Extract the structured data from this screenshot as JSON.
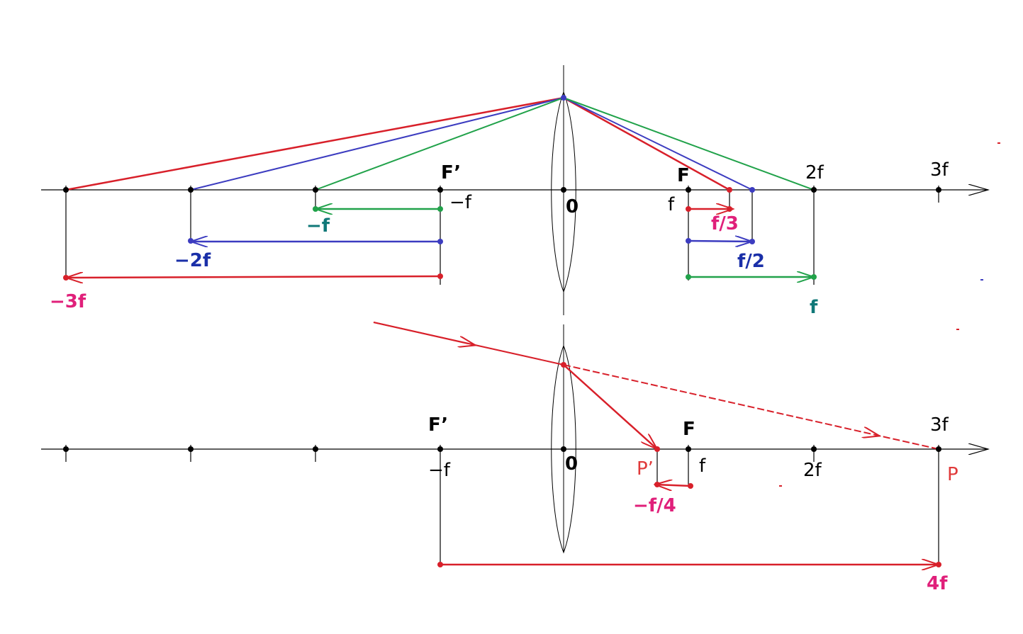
{
  "colors": {
    "axis": "#000000",
    "red": "#d8202a",
    "blue": "#3c3cc0",
    "green": "#21a24a",
    "magenta": "#e0207a",
    "navy": "#1a2fa8",
    "teal": "#107878",
    "label_red": "#e03a3a"
  },
  "top": {
    "label_Fp": "F’",
    "label_F": "F",
    "label_2f": "2f",
    "label_3f": "3f",
    "label_negf_axis": "−f",
    "label_zero": "0",
    "label_f_axis": "f",
    "label_negf": "−f",
    "label_neg2f": "−2f",
    "label_neg3f": "−3f",
    "label_f3": "f/3",
    "label_f2": "f/2",
    "label_f": "f"
  },
  "bottom": {
    "label_Fp": "F’",
    "label_F": "F",
    "label_3f": "3f",
    "label_negf_axis": "−f",
    "label_zero": "0",
    "label_f_axis": "f",
    "label_2f": "2f",
    "label_P": "P",
    "label_Pp": "P’",
    "label_negf4": "−f/4",
    "label_4f": "4f"
  }
}
